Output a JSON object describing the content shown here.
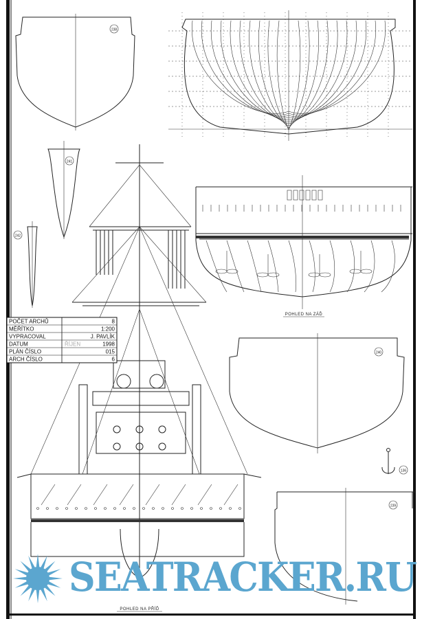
{
  "sheet_info": {
    "rows": [
      {
        "label": "POČET ARCHŮ",
        "note": "",
        "value": "8"
      },
      {
        "label": "MĚŘÍTKO",
        "note": "",
        "value": "1:200"
      },
      {
        "label": "VYPRACOVAL",
        "note": "",
        "value": "J. PAVLÍK"
      },
      {
        "label": "DATUM",
        "note": "ŘÍJEN",
        "value": "1998"
      },
      {
        "label": "PLÁN ČÍSLO",
        "note": "",
        "value": "015"
      },
      {
        "label": "ARCH ČÍSLO",
        "note": "",
        "value": "6"
      }
    ]
  },
  "part_labels": {
    "top_left_hull": "238",
    "rudder_large": "241",
    "rudder_small": "242",
    "right_hull_upper": "240",
    "right_hull_lower": "239",
    "anchor": "136"
  },
  "captions": {
    "stern_view": "POHLED NA ZÁĎ",
    "bow_view": "POHLED NA PŘÍĎ"
  },
  "watermark": "SEATRACKER.RU",
  "colors": {
    "watermark": "#5ba6cf",
    "line": "#222222"
  }
}
